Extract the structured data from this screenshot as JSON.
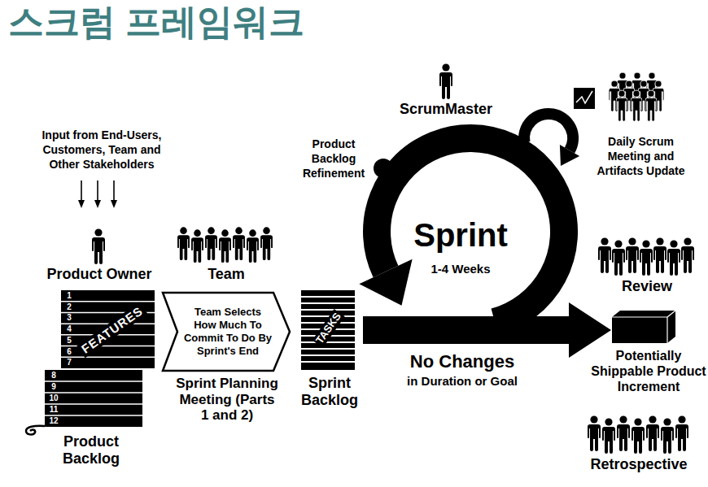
{
  "diagram": {
    "title": "스크럼 프레임워크",
    "nodes": [
      {
        "text": [
          "FEATURES",
          "1",
          "2",
          "3",
          "4",
          "5",
          "6",
          "7",
          "8",
          "9",
          "10",
          "11",
          "12",
          "Product Backlog"
        ]
      },
      {
        "text": [
          "Team Selects How Much To Commit To Do By Sprint's End",
          "Sprint Planning Meeting (Parts 1 and 2)"
        ]
      },
      {
        "text": [
          "TASKS",
          "Sprint Backlog"
        ]
      },
      {
        "text": [
          "Sprint",
          "1-4 Weeks"
        ]
      },
      {
        "text": [
          "Potentially Shippable Product Increment"
        ]
      }
    ],
    "edges": [
      {
        "from": 2,
        "to": 4,
        "arrow": "to"
      }
    ],
    "labels": [
      "Input from End-Users, Customers, Team and Other Stakeholders",
      "Product Owner",
      "Team",
      "ScrumMaster",
      "Product Backlog Refinement",
      "Daily Scrum Meeting and Artifacts Update",
      "No Changes",
      "in Duration or Goal",
      "Review",
      "Retrospective"
    ]
  }
}
